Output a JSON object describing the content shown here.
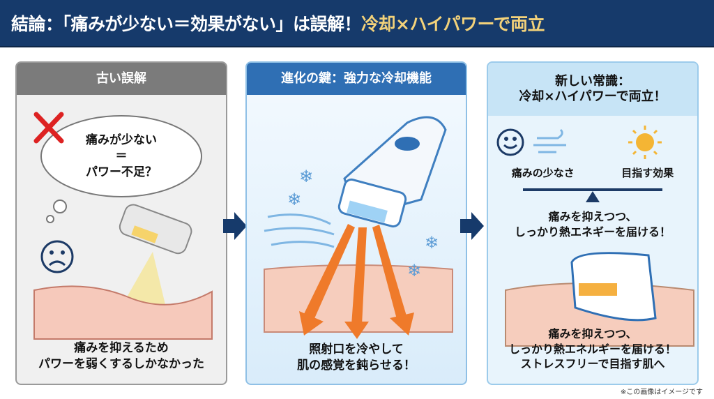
{
  "header": {
    "title_main": "結論：「痛みが少ない＝効果がない」は誤解！",
    "title_accent": "冷却×ハイパワーで両立",
    "accent_color": "#f3d27a"
  },
  "panels": [
    {
      "title": "古い誤解",
      "bubble": [
        "痛みが少ない",
        "＝",
        "パワー不足？"
      ],
      "caption": [
        "痛みを抑えるため",
        "パワーを弱くするしかなかった"
      ],
      "icons": [
        "cross-icon",
        "sad-face-icon"
      ]
    },
    {
      "title": "進化の鍵：強力な冷却機能",
      "caption": [
        "照射口を冷やして",
        "肌の感覚を鈍らせる！"
      ],
      "icons": [
        "snowflake-icon",
        "wind-icon"
      ]
    },
    {
      "title": [
        "新しい常識：",
        "冷却×ハイパワーで両立！"
      ],
      "labels": [
        "痛みの少なさ",
        "目指す効果"
      ],
      "mid_text": [
        "痛みを抑えつつ、",
        "しっかり熱エネギーを届ける！"
      ],
      "caption": [
        "痛みを抑えつつ、",
        "しっかり熱エネルギーを届ける！",
        "ストレスフリーで目指す肌へ"
      ],
      "icons": [
        "smile-icon",
        "wind-icon",
        "sun-icon",
        "balance-icon"
      ]
    }
  ],
  "footnote": "※この画像はイメージです"
}
